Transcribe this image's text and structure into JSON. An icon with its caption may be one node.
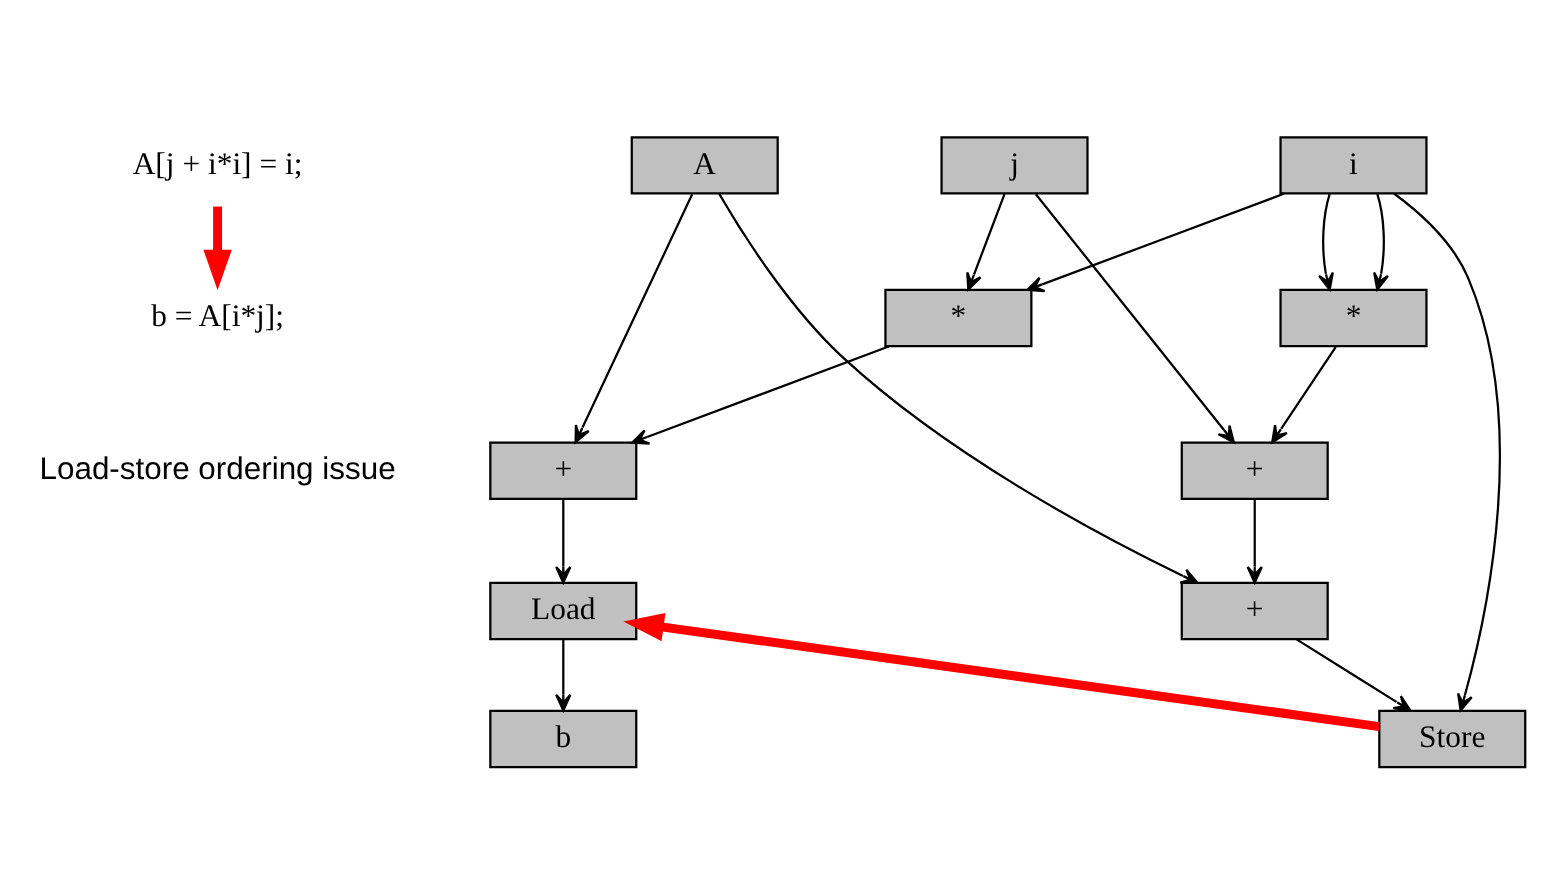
{
  "diagram": {
    "nodes": [
      {
        "text": [
          "A[j + i*i] = i;"
        ]
      },
      {
        "text": [
          "b = A[i*j];"
        ]
      },
      {
        "text": [
          "A"
        ]
      },
      {
        "text": [
          "j"
        ]
      },
      {
        "text": [
          "i"
        ]
      },
      {
        "text": [
          "*"
        ]
      },
      {
        "text": [
          "*"
        ]
      },
      {
        "text": [
          "+"
        ]
      },
      {
        "text": [
          "+"
        ]
      },
      {
        "text": [
          "Load"
        ]
      },
      {
        "text": [
          "+"
        ]
      },
      {
        "text": [
          "b"
        ]
      },
      {
        "text": [
          "Store"
        ]
      }
    ],
    "edges": [
      {
        "from": 0,
        "to": 1,
        "arrow": "to",
        "style": "thick",
        "color": "#ff0000"
      },
      {
        "from": 2,
        "to": 7,
        "arrow": "to"
      },
      {
        "from": 2,
        "to": 10,
        "arrow": "to"
      },
      {
        "from": 3,
        "to": 5,
        "arrow": "to"
      },
      {
        "from": 3,
        "to": 8,
        "arrow": "to"
      },
      {
        "from": 4,
        "to": 5,
        "arrow": "to"
      },
      {
        "from": 4,
        "to": 6,
        "arrow": "to"
      },
      {
        "from": 4,
        "to": 6,
        "arrow": "to"
      },
      {
        "from": 4,
        "to": 12,
        "arrow": "to"
      },
      {
        "from": 5,
        "to": 7,
        "arrow": "to"
      },
      {
        "from": 6,
        "to": 8,
        "arrow": "to"
      },
      {
        "from": 7,
        "to": 9,
        "arrow": "to"
      },
      {
        "from": 8,
        "to": 10,
        "arrow": "to"
      },
      {
        "from": 9,
        "to": 11,
        "arrow": "to"
      },
      {
        "from": 10,
        "to": 12,
        "arrow": "to"
      },
      {
        "from": 12,
        "to": 9,
        "arrow": "to",
        "style": "thick",
        "color": "#ff0000"
      }
    ],
    "labels": [
      "Load-store ordering issue"
    ]
  }
}
